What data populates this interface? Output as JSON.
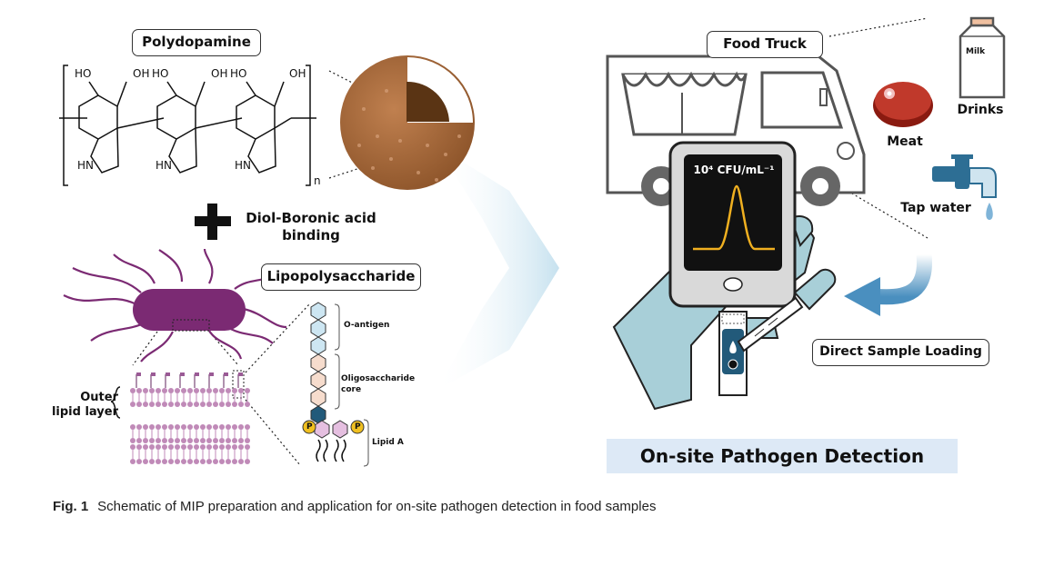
{
  "labels": {
    "polydopamine": "Polydopamine",
    "binding_line1": "Diol-Boronic acid",
    "binding_line2": "binding",
    "lps": "Lipopolysaccharide",
    "o_antigen": "O-antigen",
    "oligo_line1": "Oligosaccharide",
    "oligo_line2": "core",
    "lipid_a": "Lipid A",
    "outer_line1": "Outer",
    "outer_line2": "lipid layer",
    "food_truck": "Food Truck",
    "milk": "Milk",
    "drinks": "Drinks",
    "meat": "Meat",
    "tap_water": "Tap water",
    "direct_loading": "Direct Sample Loading",
    "banner": "On-site Pathogen Detection",
    "screen_readout": "10⁴ CFU/mL⁻¹",
    "subscript_n": "n",
    "phosphate": "P"
  },
  "chem": {
    "ho": "HO",
    "oh": "OH",
    "nh": "HN"
  },
  "caption": {
    "fig": "Fig. 1",
    "text": "Schematic of MIP preparation and application for on-site pathogen detection in food samples"
  },
  "colors": {
    "bacterium": "#7b2a73",
    "sphere": "#a8683c",
    "sphere_core": "#5a3414",
    "hex_blue": "#cde6f2",
    "hex_peach": "#f6dccd",
    "hex_dark": "#225a7a",
    "hex_pink": "#e5bfe0",
    "phosphate": "#f0c020",
    "peak": "#f0b020",
    "glove": "#a8cfd8",
    "meat": "#c0392b",
    "water": "#2d6e94",
    "banner": "#dde9f6"
  }
}
